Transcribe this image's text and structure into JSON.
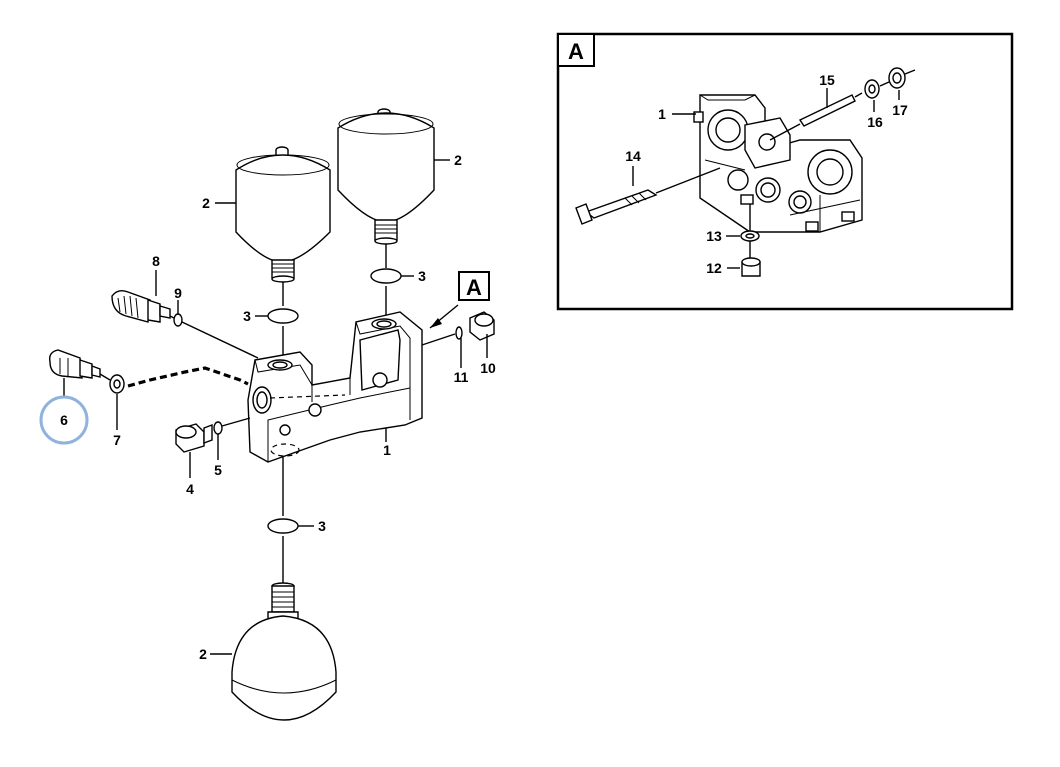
{
  "detail": {
    "letter": "A"
  },
  "callout": {
    "letter": "A"
  },
  "highlight": {
    "color": "#8fb3dc",
    "label": "6"
  },
  "labels": {
    "l1": "1",
    "l2a": "2",
    "l2b": "2",
    "l2c": "2",
    "l3a": "3",
    "l3b": "3",
    "l3c": "3",
    "l4": "4",
    "l5": "5",
    "l7": "7",
    "l8": "8",
    "l9": "9",
    "l10": "10",
    "l11": "11",
    "d1": "1",
    "d12": "12",
    "d13": "13",
    "d14": "14",
    "d15": "15",
    "d16": "16",
    "d17": "17"
  }
}
